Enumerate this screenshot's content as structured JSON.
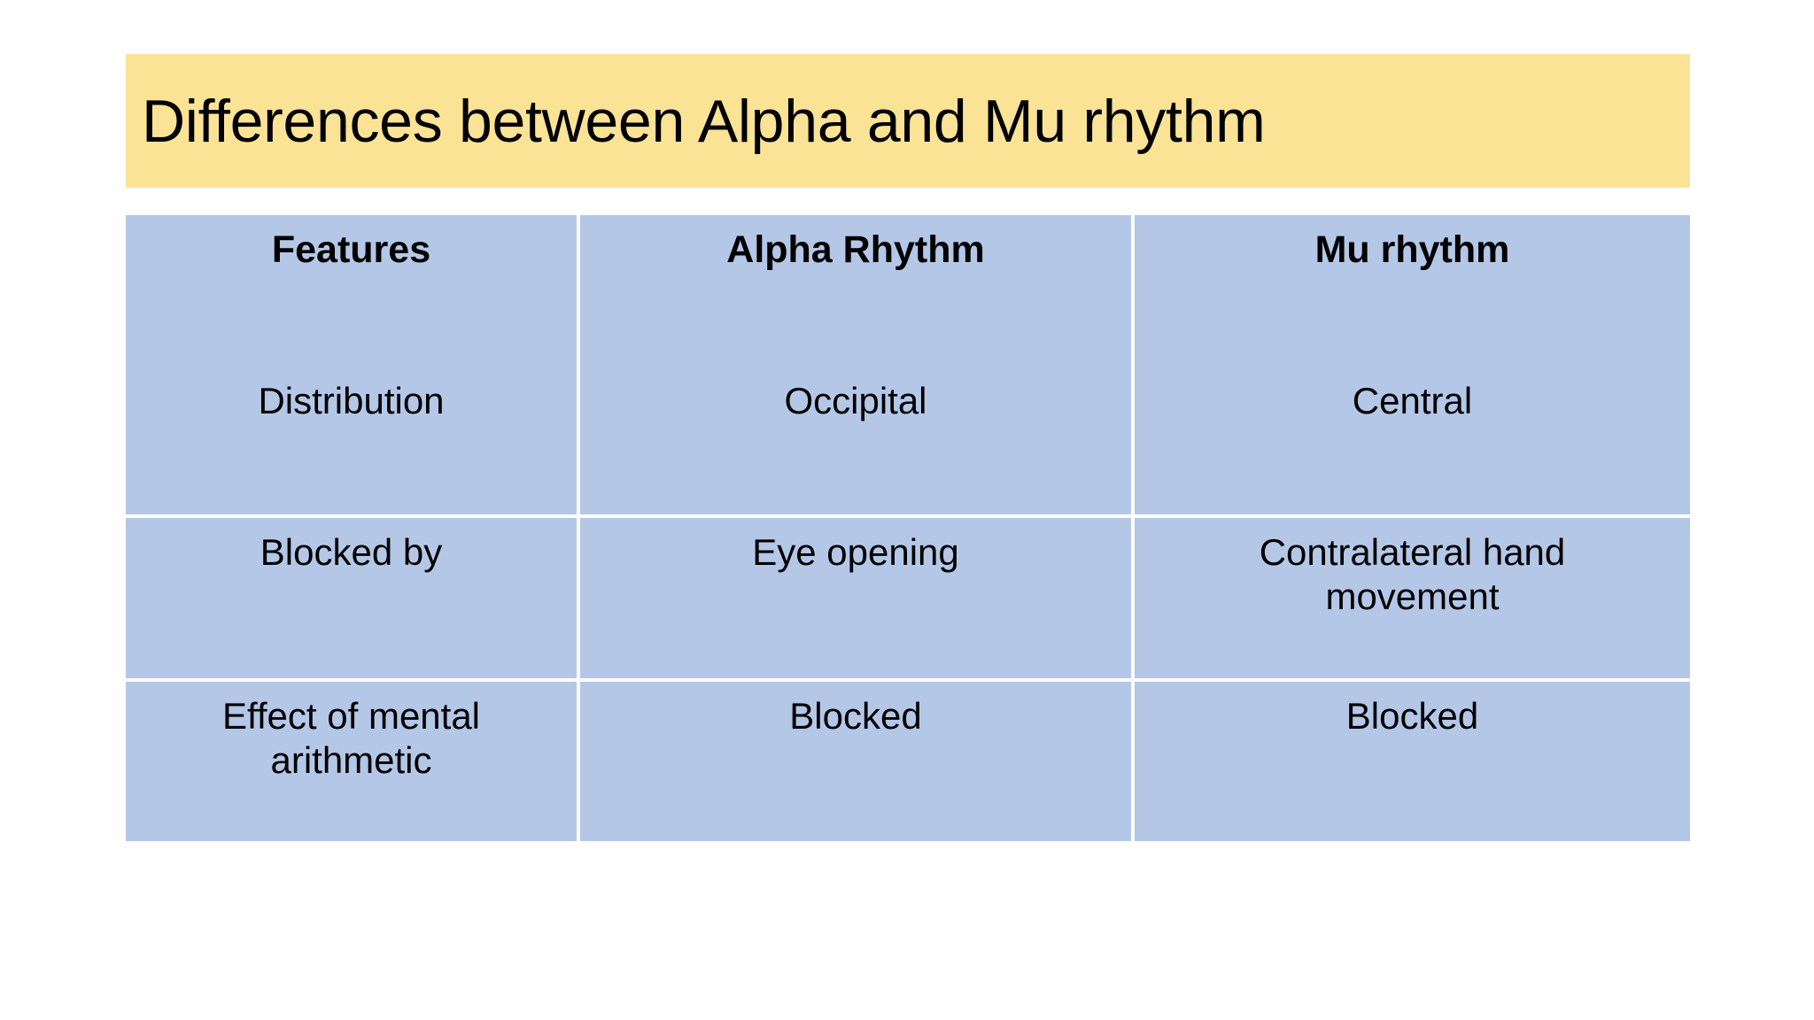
{
  "slide": {
    "title": "Differences between Alpha and Mu rhythm",
    "background_color": "#FFFFFF"
  },
  "theme": {
    "title_banner_color": "#FBE395",
    "table_cell_color": "#B4C7E7",
    "grid_line_color": "#FFFFFF",
    "text_color": "#000000"
  },
  "table": {
    "headers": [
      "Features",
      "Alpha Rhythm",
      "Mu rhythm"
    ],
    "rows": [
      {
        "feature": "Distribution",
        "alpha": "Occipital",
        "mu": "Central"
      },
      {
        "feature": "Blocked by",
        "alpha": "Eye opening",
        "mu_line1": "Contralateral hand",
        "mu_line2": "movement"
      },
      {
        "feature_line1": "Effect of mental",
        "feature_line2": "arithmetic",
        "alpha": "Blocked",
        "mu": "Blocked"
      }
    ]
  }
}
